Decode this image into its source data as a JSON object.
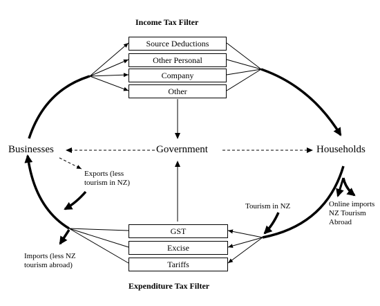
{
  "diagram": {
    "income_filter": {
      "title": "Income Tax Filter",
      "boxes": [
        "Source Deductions",
        "Other Personal",
        "Company",
        "Other"
      ]
    },
    "expenditure_filter": {
      "title": "Expenditure Tax Filter",
      "boxes": [
        "GST",
        "Excise",
        "Tariffs"
      ]
    },
    "nodes": {
      "businesses": "Businesses",
      "government": "Government",
      "households": "Households"
    },
    "annotations": {
      "exports": "Exports (less tourism in NZ)",
      "imports": "Imports  (less NZ tourism abroad)",
      "tourism_in_nz": "Tourism in NZ",
      "online_imports": "Online imports NZ Tourism Abroad"
    }
  }
}
